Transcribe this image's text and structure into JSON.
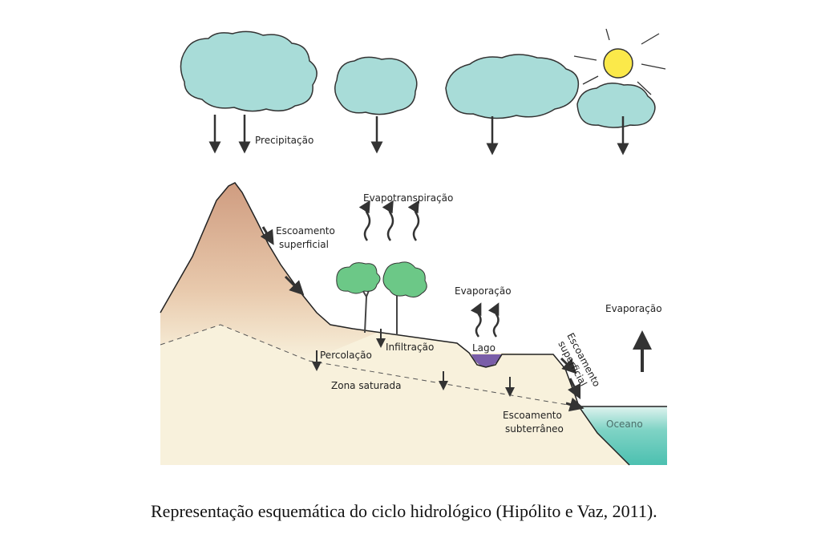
{
  "diagram": {
    "labels": {
      "precipitacao": "Precipitação",
      "evapotranspiracao": "Evapotranspiração",
      "escoamento_superficial_1": "Escoamento",
      "escoamento_superficial_2": "superficial",
      "evaporacao_lago": "Evaporação",
      "evaporacao_oceano": "Evaporação",
      "lago": "Lago",
      "infiltracao": "Infiltração",
      "percolacao": "Percolação",
      "zona_saturada": "Zona saturada",
      "escoamento_subterraneo_1": "Escoamento",
      "escoamento_subterraneo_2": "subterrâneo",
      "escoamento_costa_1": "Escoamento",
      "escoamento_costa_2": "superficial",
      "oceano": "Oceano"
    },
    "colors": {
      "cloud": "#a8dcd8",
      "sun": "#fbe94a",
      "mountain": "#d7ab8f",
      "ground": "#f8f1dc",
      "ocean": "#63c9bb",
      "lake": "#7a5ea8",
      "tree": "#6cc887"
    }
  },
  "caption": "Representação esquemática do ciclo hidrológico (Hipólito e Vaz, 2011)."
}
